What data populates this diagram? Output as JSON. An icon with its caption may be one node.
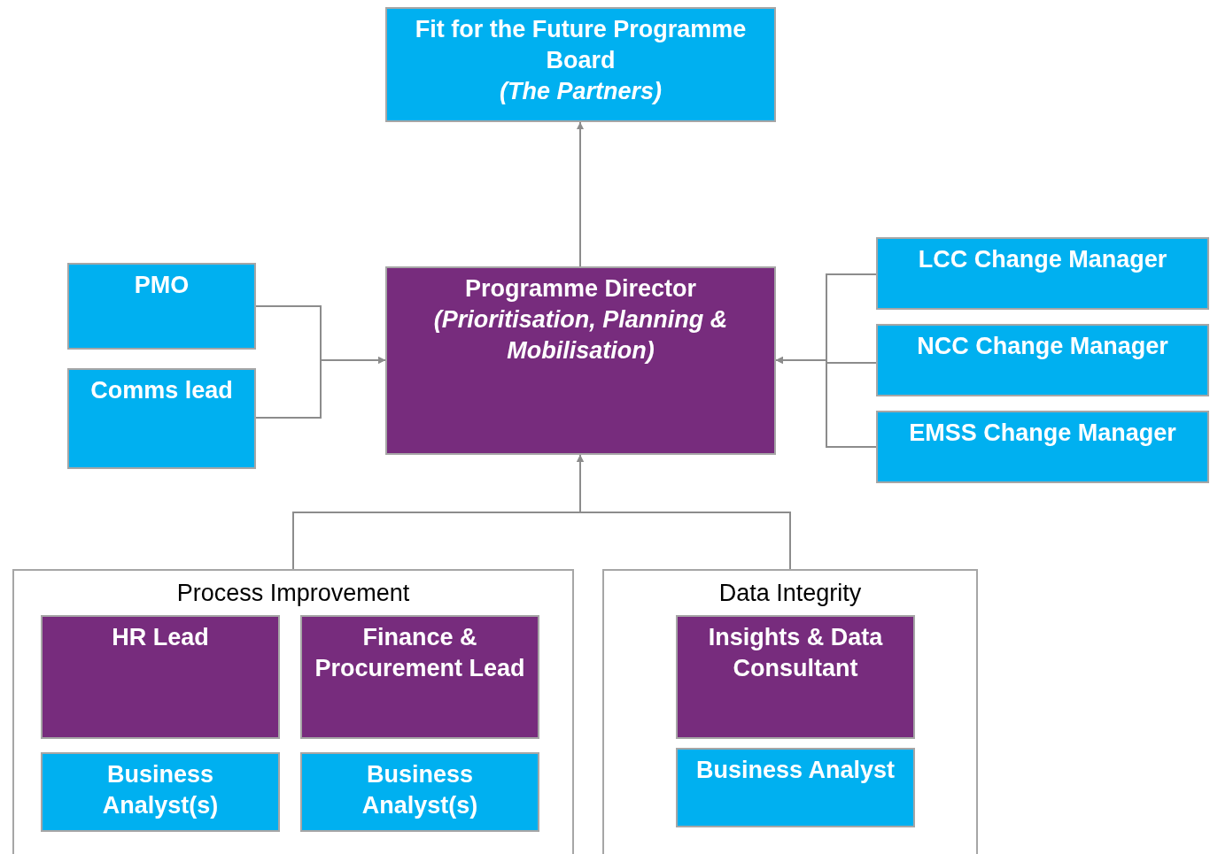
{
  "diagram": {
    "nodes": [
      {
        "text": [
          "Fit for the Future Programme Board",
          "(The Partners)"
        ]
      },
      {
        "text": [
          "Programme Director",
          "(Prioritisation, Planning & Mobilisation)"
        ]
      },
      {
        "text": [
          "PMO"
        ]
      },
      {
        "text": [
          "Comms lead"
        ]
      },
      {
        "text": [
          "LCC Change Manager"
        ]
      },
      {
        "text": [
          "NCC Change Manager"
        ]
      },
      {
        "text": [
          "EMSS Change Manager"
        ]
      },
      {
        "text": [
          "Process Improvement"
        ]
      },
      {
        "text": [
          "HR Lead"
        ],
        "in": 7
      },
      {
        "text": [
          "Finance & Procurement Lead"
        ],
        "in": 7
      },
      {
        "text": [
          "Business Analyst(s)"
        ],
        "in": 7
      },
      {
        "text": [
          "Business Analyst(s)"
        ],
        "in": 7
      },
      {
        "text": [
          "Data Integrity"
        ]
      },
      {
        "text": [
          "Insights & Data Consultant"
        ],
        "in": 12
      },
      {
        "text": [
          "Business Analyst"
        ],
        "in": 12
      }
    ],
    "edges": [
      {
        "from": 1,
        "to": 0,
        "arrow": "to"
      },
      {
        "from": 2,
        "to": 1,
        "arrow": "to"
      },
      {
        "from": 3,
        "to": 1,
        "arrow": "to"
      },
      {
        "from": 4,
        "to": 1,
        "arrow": "to"
      },
      {
        "from": 5,
        "to": 1,
        "arrow": "to"
      },
      {
        "from": 6,
        "to": 1,
        "arrow": "to"
      },
      {
        "from": 7,
        "to": 1,
        "arrow": "to"
      },
      {
        "from": 12,
        "to": 1,
        "arrow": "to"
      }
    ]
  }
}
